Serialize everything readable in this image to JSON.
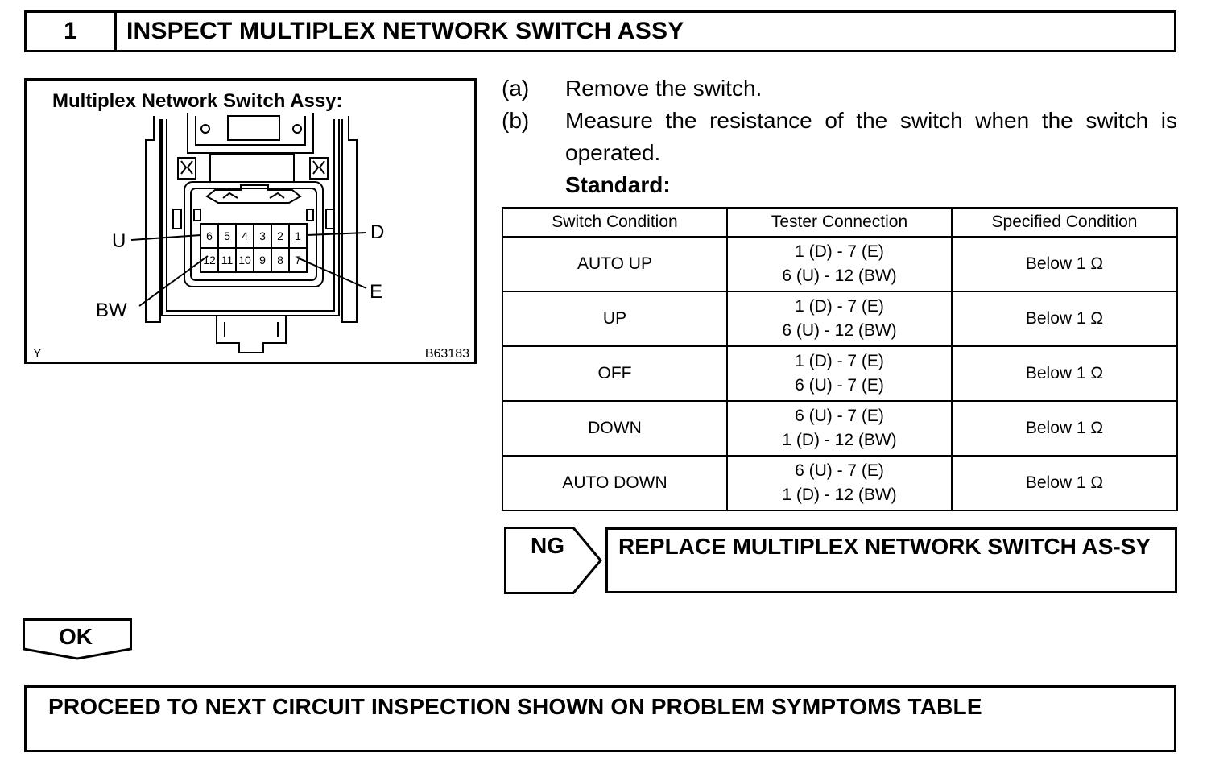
{
  "step": {
    "number": "1",
    "title": "INSPECT MULTIPLEX NETWORK SWITCH ASSY"
  },
  "figure": {
    "caption": "Multiplex Network Switch Assy:",
    "code_left": "Y",
    "code_right": "B63183",
    "labels": {
      "u": "U",
      "d": "D",
      "bw": "BW",
      "e": "E"
    },
    "pins_top": [
      "6",
      "5",
      "4",
      "3",
      "2",
      "1"
    ],
    "pins_bottom": [
      "12",
      "11",
      "10",
      "9",
      "8",
      "7"
    ]
  },
  "instructions": [
    {
      "letter": "(a)",
      "text": "Remove the switch."
    },
    {
      "letter": "(b)",
      "text": "Measure the resistance of the switch when the switch is operated."
    }
  ],
  "standard_label": "Standard:",
  "table": {
    "headers": [
      "Switch Condition",
      "Tester Connection",
      "Specified Condition"
    ],
    "rows": [
      {
        "condition": "AUTO UP",
        "conn1": "1 (D) - 7 (E)",
        "conn2": "6 (U) - 12 (BW)",
        "spec": "Below 1 Ω"
      },
      {
        "condition": "UP",
        "conn1": "1 (D) - 7 (E)",
        "conn2": "6 (U) - 12 (BW)",
        "spec": "Below 1 Ω"
      },
      {
        "condition": "OFF",
        "conn1": "1 (D) - 7 (E)",
        "conn2": "6 (U) - 7 (E)",
        "spec": "Below 1 Ω"
      },
      {
        "condition": "DOWN",
        "conn1": "6 (U) - 7 (E)",
        "conn2": "1 (D) - 12 (BW)",
        "spec": "Below 1 Ω"
      },
      {
        "condition": "AUTO DOWN",
        "conn1": "6 (U) - 7 (E)",
        "conn2": "1 (D) - 12 (BW)",
        "spec": "Below 1 Ω"
      }
    ]
  },
  "ng": {
    "label": "NG",
    "result": "REPLACE MULTIPLEX NETWORK SWITCH AS-SY"
  },
  "ok": {
    "label": "OK"
  },
  "proceed": {
    "text": "PROCEED TO NEXT CIRCUIT INSPECTION SHOWN ON PROBLEM SYMPTOMS TABLE"
  }
}
